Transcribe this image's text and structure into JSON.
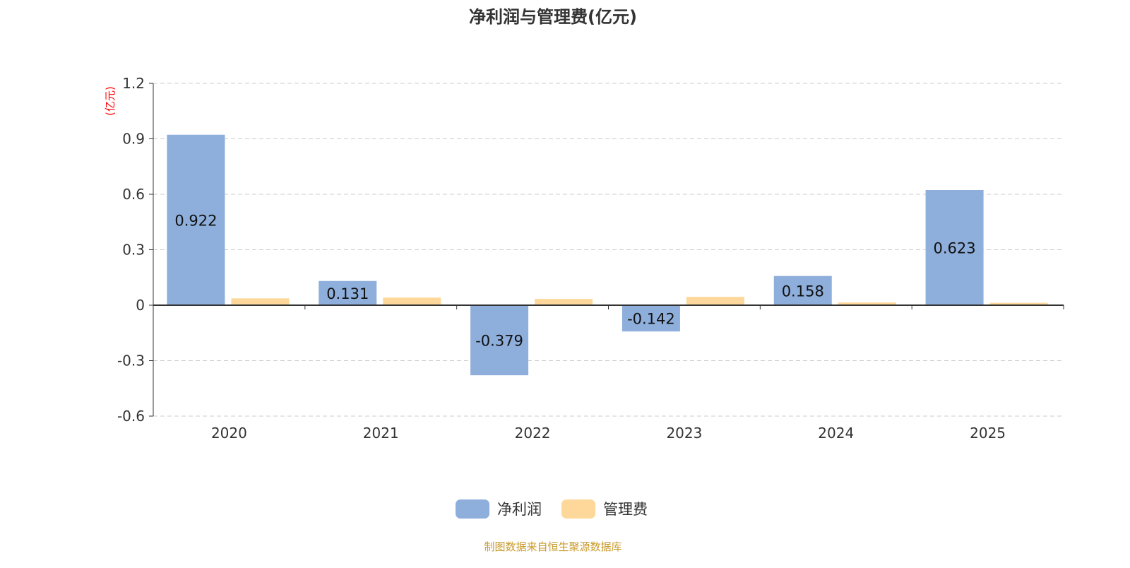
{
  "chart_data": {
    "type": "bar",
    "title": "净利润与管理费(亿元)",
    "ylabel": "(亿元)",
    "xlabel": "",
    "ylim": [
      -0.6,
      1.2
    ],
    "yticks": [
      -0.6,
      -0.3,
      0,
      0.3,
      0.6,
      0.9,
      1.2
    ],
    "ytick_labels": [
      "-0.6",
      "-0.3",
      "0",
      "0.3",
      "0.6",
      "0.9",
      "1.2"
    ],
    "categories": [
      "2020",
      "2021",
      "2022",
      "2023",
      "2024",
      "2025"
    ],
    "series": [
      {
        "name": "净利润",
        "color": "#8eaedb",
        "values": [
          0.922,
          0.131,
          -0.379,
          -0.142,
          0.158,
          0.623
        ],
        "labels": [
          "0.922",
          "0.131",
          "-0.379",
          "-0.142",
          "0.158",
          "0.623"
        ]
      },
      {
        "name": "管理费",
        "color": "#fed89a",
        "values": [
          0.037,
          0.041,
          0.034,
          0.045,
          0.015,
          0.013
        ]
      }
    ],
    "grid": true,
    "legend_position": "bottom-center"
  },
  "footer": "制图数据来自恒生聚源数据库"
}
